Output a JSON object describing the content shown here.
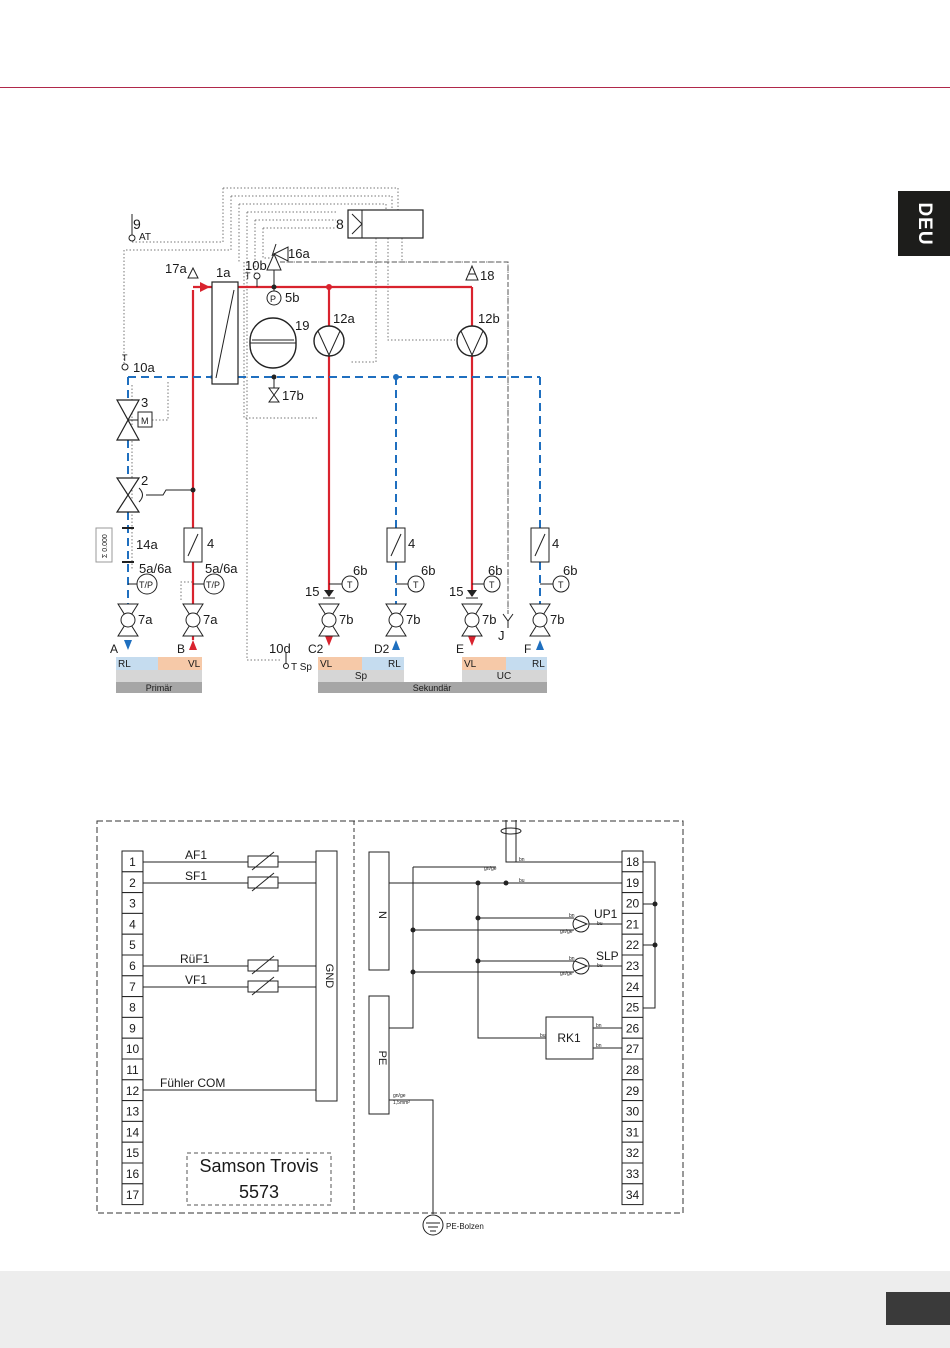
{
  "side_tab": {
    "label": "DEU"
  },
  "hydraulic": {
    "components": {
      "c9": "9",
      "at": "AT",
      "c8": "8",
      "c17a": "17a",
      "c1a": "1a",
      "c10b": "10b",
      "t10b": "T",
      "c16a": "16a",
      "c18": "18",
      "c5b": "5b",
      "p": "P",
      "c19": "19",
      "c12a": "12a",
      "c12b": "12b",
      "t10a": "T",
      "c10a": "10a",
      "c17b": "17b",
      "c3": "3",
      "m": "M",
      "c2": "2",
      "c14a": "14a",
      "counter": "Σ 0.000",
      "c4_b": "4",
      "c4_d2": "4",
      "c4_f": "4",
      "c5a_a": "5a/6a",
      "c5a_b": "5a/6a",
      "tp": "T/P",
      "c6b_1": "6b",
      "c6b_2": "6b",
      "c6b_3": "6b",
      "c6b_4": "6b",
      "t": "T",
      "c15_1": "15",
      "c15_2": "15",
      "c7a_1": "7a",
      "c7a_2": "7a",
      "c7b_1": "7b",
      "c7b_2": "7b",
      "c7b_3": "7b",
      "c7b_4": "7b",
      "c10d": "10d",
      "tsp": "T Sp",
      "j": "J"
    },
    "ports": [
      "A",
      "B",
      "C2",
      "D2",
      "E",
      "F"
    ],
    "bars": {
      "rl1": "RL",
      "vl1": "VL",
      "primar": "Primär",
      "vl2": "VL",
      "rl2": "RL",
      "sp": "Sp",
      "vl3": "VL",
      "rl3": "RL",
      "uc": "UC",
      "sekundar": "Sekundär"
    },
    "colors": {
      "supply": "#d9232e",
      "return": "#1f6fbf",
      "vl_bar": "#f6c9a8",
      "rl_bar": "#c5dcef"
    }
  },
  "wiring": {
    "left_terminals": [
      "1",
      "2",
      "3",
      "4",
      "5",
      "6",
      "7",
      "8",
      "9",
      "10",
      "11",
      "12",
      "13",
      "14",
      "15",
      "16",
      "17"
    ],
    "right_terminals": [
      "18",
      "19",
      "20",
      "21",
      "22",
      "23",
      "24",
      "25",
      "26",
      "27",
      "28",
      "29",
      "30",
      "31",
      "32",
      "33",
      "34"
    ],
    "sensors": {
      "af1": "AF1",
      "sf1": "SF1",
      "ruf1": "RüF1",
      "vf1": "VF1",
      "com": "Fühler COM"
    },
    "gnd": "GND",
    "n": "N",
    "pe": "PE",
    "pumps": {
      "up1": "UP1",
      "slp": "SLP"
    },
    "rk1": "RK1",
    "controller": {
      "line1": "Samson Trovis",
      "line2": "5573"
    },
    "pe_bolt": "PE-Bolzen",
    "wire_labels": {
      "bn": "bn",
      "bu": "bu",
      "gnye": "gn/ge",
      "pe_size_1": "gn/ge",
      "pe_size_2": "1,5mm²"
    }
  }
}
